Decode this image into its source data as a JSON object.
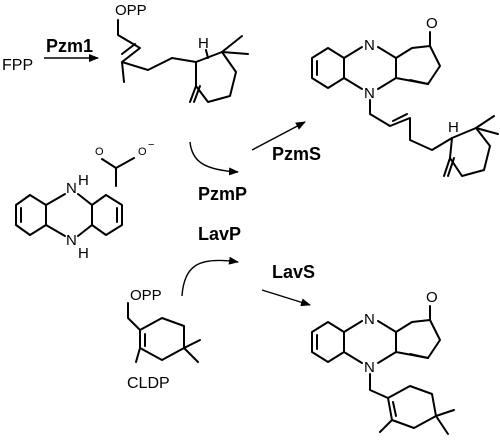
{
  "substrates": {
    "fpp": "FPP",
    "cldp": "CLDP",
    "opp": "OPP"
  },
  "enzymes": {
    "pzm1": "Pzm1",
    "pzmP": "PzmP",
    "pzmS": "PzmS",
    "lavP": "LavP",
    "lavS": "LavS"
  },
  "atoms": {
    "nitrogen": "N",
    "oxygen": "O",
    "hydrogen": "H",
    "amine": "H",
    "charge": "−"
  }
}
